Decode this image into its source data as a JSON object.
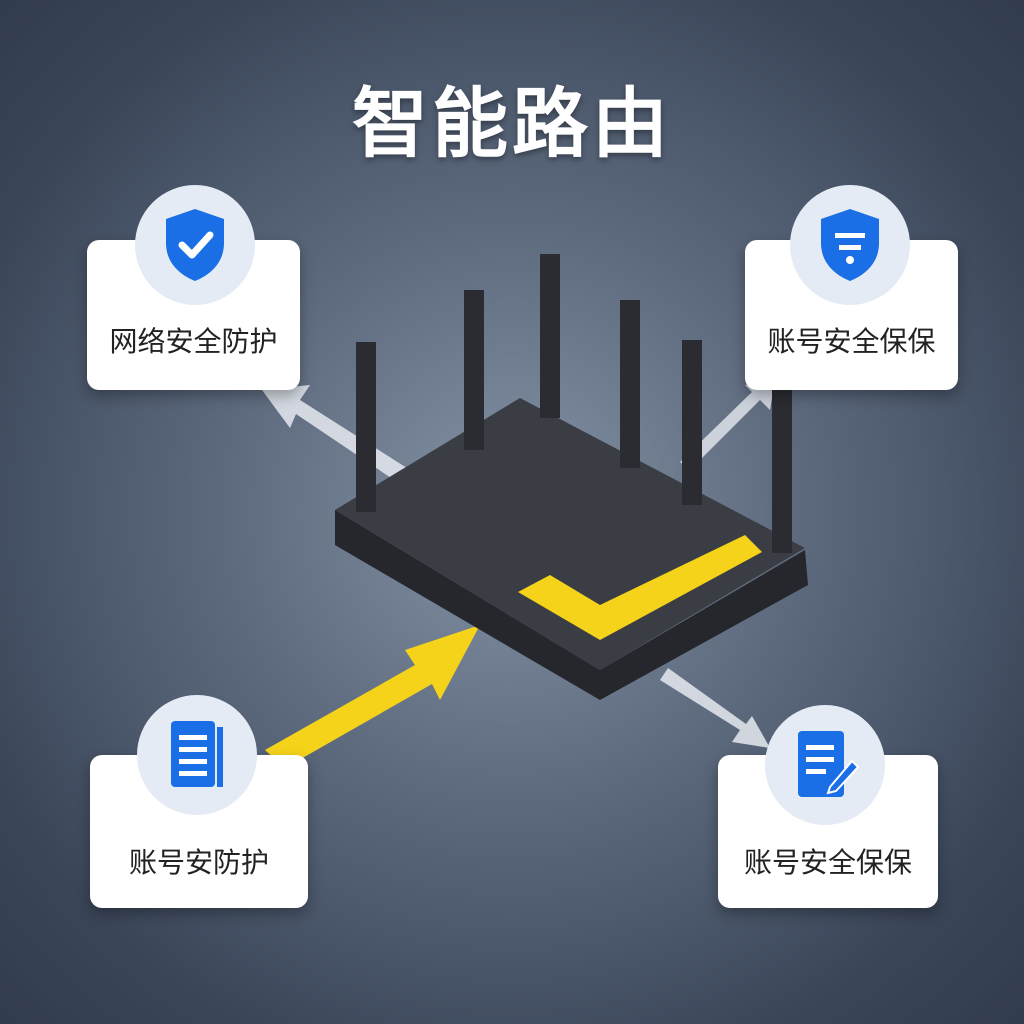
{
  "title": "智能路由",
  "cards": [
    {
      "label": "网络安全防护",
      "icon": "shield-check-icon"
    },
    {
      "label": "账号安全保保",
      "icon": "shield-lines-icon"
    },
    {
      "label": "账号安防护",
      "icon": "document-icon"
    },
    {
      "label": "账号安全保保",
      "icon": "document-edit-icon"
    }
  ],
  "colors": {
    "accent_blue": "#1a6ee6",
    "accent_yellow": "#f5d31a",
    "router": "#2f3238"
  }
}
